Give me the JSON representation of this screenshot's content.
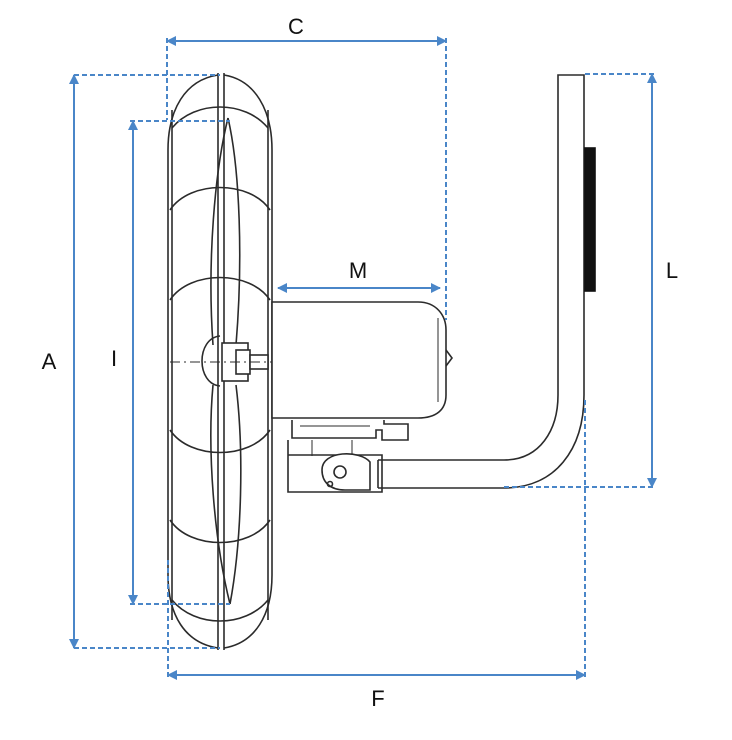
{
  "labels": {
    "A": "A",
    "C": "C",
    "F": "F",
    "I": "I",
    "L": "L",
    "M": "M"
  },
  "colors": {
    "dimension": "#3b73b9",
    "outline": "#2b2b2b",
    "mount_pad": "#111111"
  }
}
